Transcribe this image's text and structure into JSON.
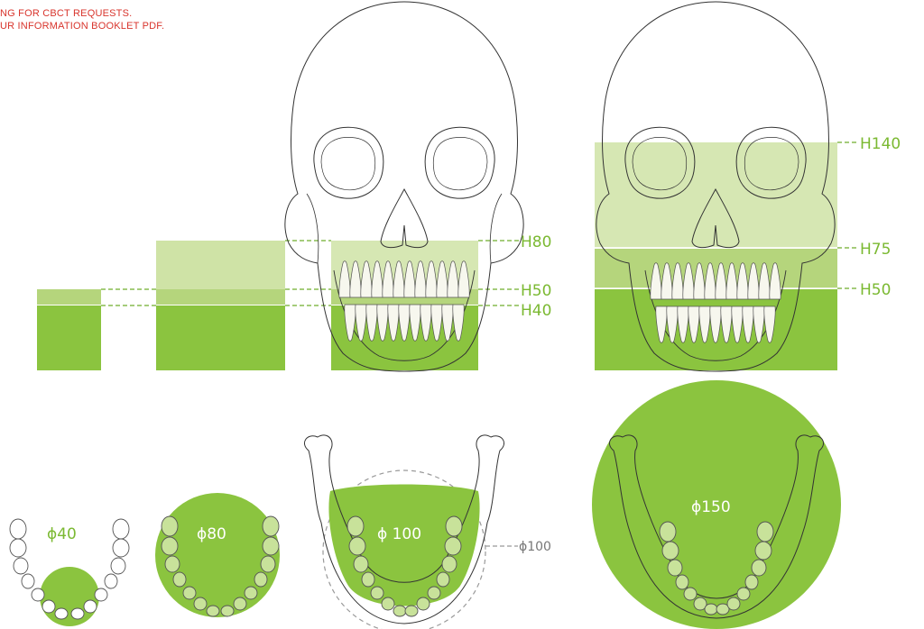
{
  "notes": {
    "line1": "NG FOR CBCT REQUESTS.",
    "line2": "UR INFORMATION BOOKLET PDF."
  },
  "colors": {
    "dark_green": "#8bc43f",
    "mid_green": "#b5d57c",
    "light_green": "#cfe3a6",
    "label_green": "#7bb932",
    "dashed_grey": "#999999"
  },
  "height_labels": {
    "h80": "H80",
    "h50": "H50",
    "h40": "H40",
    "h140": "H140",
    "h75": "H75",
    "h50b": "H50"
  },
  "diameter_labels": {
    "d40": "ϕ40",
    "d80": "ϕ80",
    "d100": "ϕ 100",
    "d100_outer": "ϕ100",
    "d150": "ϕ150"
  }
}
